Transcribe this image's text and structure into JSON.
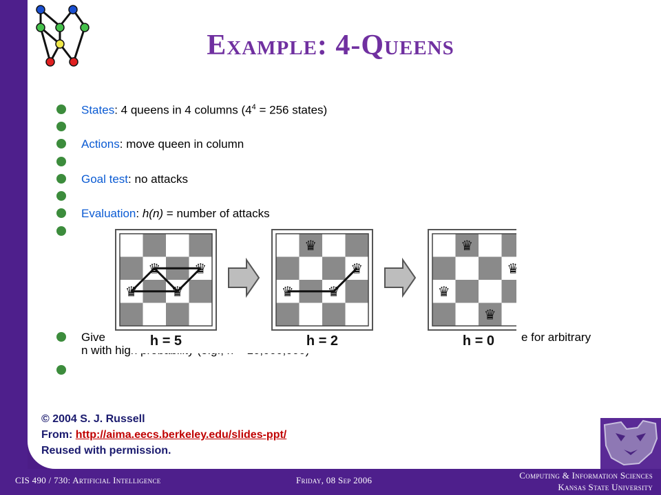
{
  "title": "Example: 4-Queens",
  "bullets": [
    {
      "label": "States",
      "rest": ": 4 queens in 4 columns (4",
      "sup": "4",
      "tail": " = 256 states)"
    },
    {
      "label": "Actions",
      "rest": ": move queen in column"
    },
    {
      "label": "Goal test",
      "rest": ": no attacks"
    },
    {
      "label": "Evaluation",
      "rest": ": ",
      "ital": "h(n)",
      "tail": " = number of attacks"
    }
  ],
  "bottom_bullet": {
    "line1_start": "Give",
    "line1_end": "e for arbitrary",
    "line2": "n with high probability (e.g., n = 10,000,000)"
  },
  "boards": [
    {
      "label": "h = 5",
      "queens": [
        [
          0,
          2
        ],
        [
          1,
          1
        ],
        [
          2,
          2
        ],
        [
          3,
          1
        ]
      ],
      "lines": [
        [
          [
            0,
            2
          ],
          [
            2,
            2
          ]
        ],
        [
          [
            0,
            2
          ],
          [
            1,
            1
          ]
        ],
        [
          [
            1,
            1
          ],
          [
            3,
            1
          ]
        ],
        [
          [
            1,
            1
          ],
          [
            2,
            2
          ]
        ],
        [
          [
            2,
            2
          ],
          [
            3,
            1
          ]
        ]
      ]
    },
    {
      "label": "h = 2",
      "queens": [
        [
          0,
          2
        ],
        [
          1,
          0
        ],
        [
          2,
          2
        ],
        [
          3,
          1
        ]
      ],
      "lines": [
        [
          [
            0,
            2
          ],
          [
            2,
            2
          ]
        ],
        [
          [
            2,
            2
          ],
          [
            3,
            1
          ]
        ]
      ]
    },
    {
      "label": "h = 0",
      "queens": [
        [
          0,
          2
        ],
        [
          1,
          0
        ],
        [
          2,
          3
        ],
        [
          3,
          1
        ]
      ],
      "lines": []
    }
  ],
  "credit": {
    "line1": "© 2004 S. J. Russell",
    "from_label": "From: ",
    "url": "http://aima.eecs.berkeley.edu/slides-ppt/",
    "line3": "Reused with permission."
  },
  "footer": {
    "course": "CIS 490 / 730: Artificial Intelligence",
    "date": "Friday, 08 Sep 2006",
    "dept": "Computing & Information Sciences",
    "university": "Kansas State University"
  },
  "colors": {
    "purple": "#4e1f8c",
    "title": "#7030a0",
    "label_blue": "#0b5bd3",
    "bullet": "#3c8c3c",
    "link": "#c00000"
  }
}
